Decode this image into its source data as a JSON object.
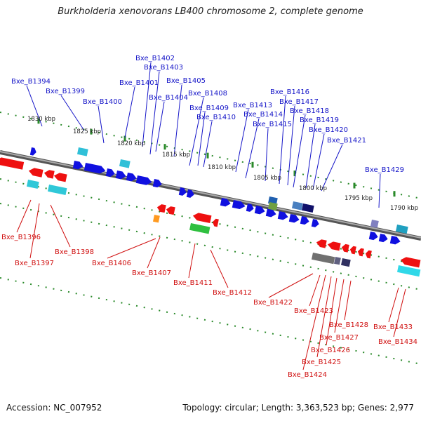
{
  "title": "Burkholderia xenovorans LB400 chromosome 2, complete genome",
  "footer": {
    "accession": "Accession: NC_007952",
    "topology": "Topology: circular; Length: 3,363,523 bp; Genes: 2,977"
  },
  "colors": {
    "forward_label": "#1515c8",
    "reverse_label": "#d01010",
    "forward_gene": "#1010e0",
    "reverse_gene": "#ee1010",
    "backbone": "#777777",
    "tick": "#2a8a2a"
  },
  "ticks": [
    "1830 kbp",
    "1825 kbp",
    "1820 kbp",
    "1815 kbp",
    "1810 kbp",
    "1805 kbp",
    "1800 kbp",
    "1795 kbp",
    "1790 kbp"
  ],
  "forward_labels": [
    "Bxe_B1394",
    "Bxe_B1399",
    "Bxe_B1400",
    "Bxe_B1401",
    "Bxe_B1402",
    "Bxe_B1403",
    "Bxe_B1404",
    "Bxe_B1405",
    "Bxe_B1408",
    "Bxe_B1409",
    "Bxe_B1410",
    "Bxe_B1413",
    "Bxe_B1414",
    "Bxe_B1415",
    "Bxe_B1416",
    "Bxe_B1417",
    "Bxe_B1418",
    "Bxe_B1419",
    "Bxe_B1420",
    "Bxe_B1421",
    "Bxe_B1429"
  ],
  "reverse_labels": [
    "Bxe_B1396",
    "Bxe_B1397",
    "Bxe_B1398",
    "Bxe_B1406",
    "Bxe_B1407",
    "Bxe_B1411",
    "Bxe_B1412",
    "Bxe_B1422",
    "Bxe_B1423",
    "Bxe_B1424",
    "Bxe_B1425",
    "Bxe_B1426",
    "Bxe_B1427",
    "Bxe_B1428",
    "Bxe_B1433",
    "Bxe_B1434"
  ]
}
